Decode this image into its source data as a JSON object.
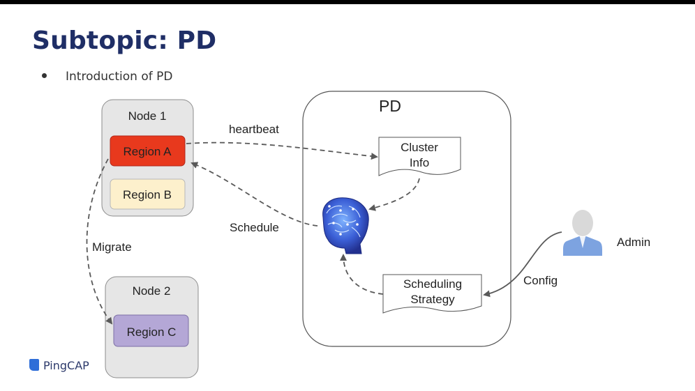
{
  "title": "Subtopic: PD",
  "bullet": "Introduction of PD",
  "node1": {
    "label": "Node 1",
    "region_a": "Region A",
    "region_b": "Region B"
  },
  "node2": {
    "label": "Node 2",
    "region_c": "Region C"
  },
  "pd": {
    "label": "PD",
    "cluster_info": [
      "Cluster",
      "Info"
    ],
    "scheduling_strategy": [
      "Scheduling",
      "Strategy"
    ]
  },
  "edges": {
    "heartbeat": "heartbeat",
    "schedule": "Schedule",
    "migrate": "Migrate",
    "config": "Config"
  },
  "admin": "Admin",
  "logo": "PingCAP",
  "colors": {
    "title": "#1f2e66",
    "region_a": "#e8391d",
    "region_b": "#fdf0cc",
    "region_c": "#b4a7d6",
    "node_fill": "#e6e6e6",
    "arrow": "#595959"
  },
  "icons": [
    "brain-icon",
    "admin-user-icon",
    "pingcap-logo-icon"
  ]
}
